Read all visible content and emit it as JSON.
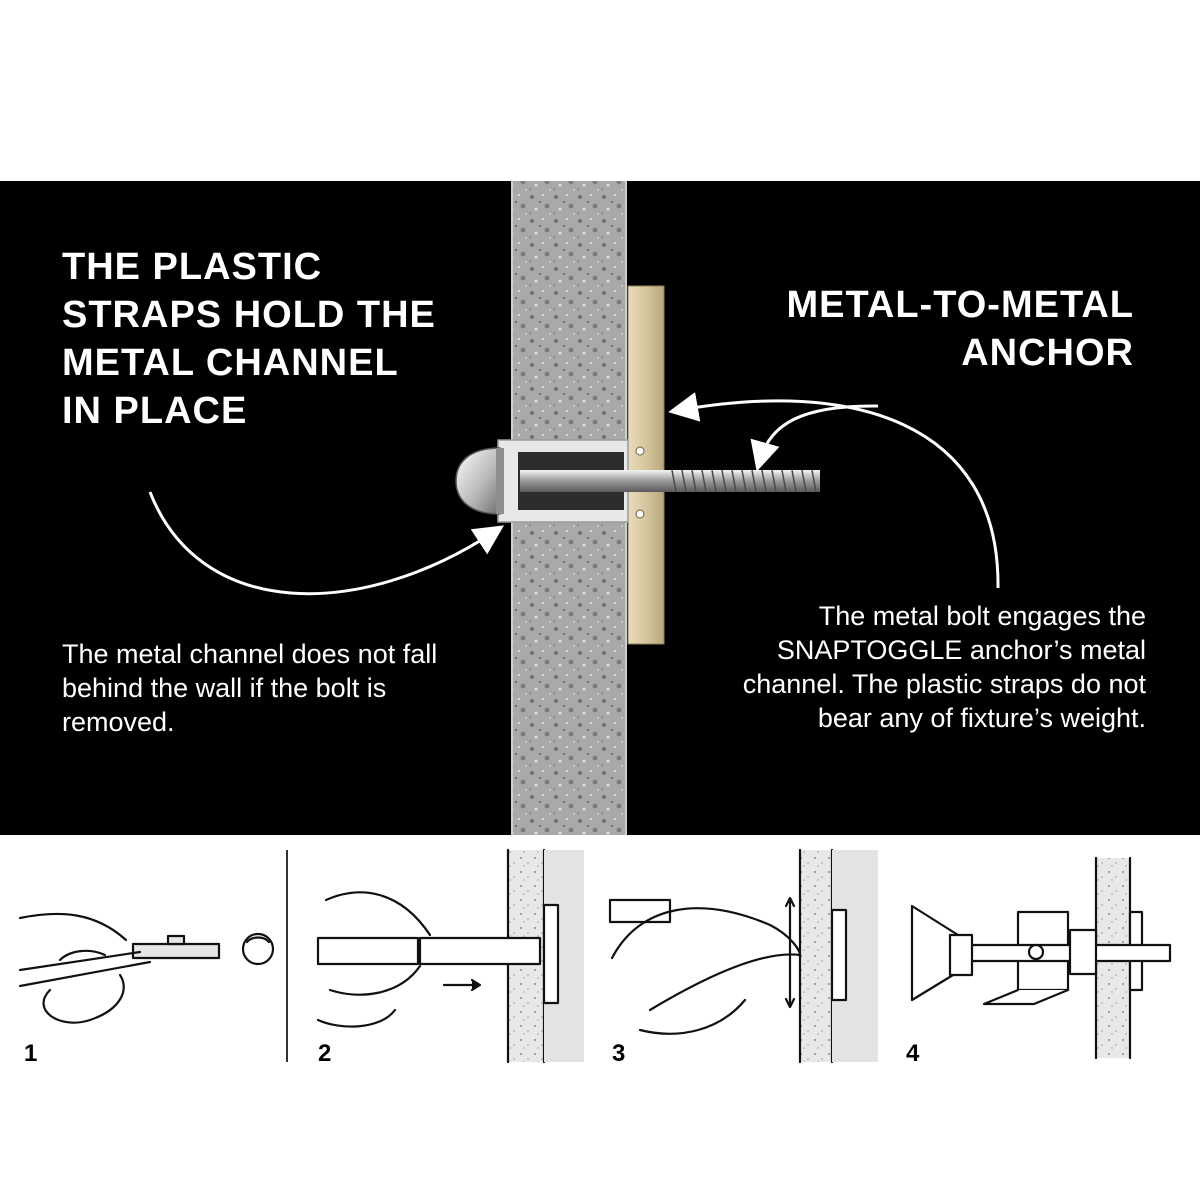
{
  "headline_left": "THE PLASTIC STRAPS HOLD THE METAL CHANNEL IN PLACE",
  "headline_right": "METAL-TO-METAL ANCHOR",
  "caption_left": "The metal channel does not fall behind the wall if the bolt is removed.",
  "caption_right": "The metal bolt engages the SNAPTOGGLE anchor’s metal channel. The plastic straps do not bear any of fixture’s weight.",
  "steps": [
    {
      "number": "1"
    },
    {
      "number": "2"
    },
    {
      "number": "3"
    },
    {
      "number": "4"
    }
  ],
  "colors": {
    "panel_background": "#000000",
    "text": "#ffffff",
    "wall": "#a7a7a7",
    "channel": "#d9c9a4"
  }
}
